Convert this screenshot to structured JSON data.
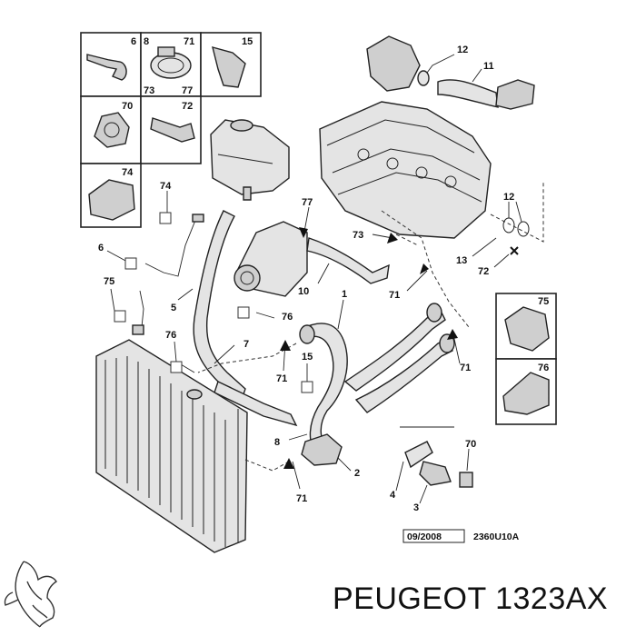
{
  "diagram": {
    "labels": {
      "l6_inset": "6",
      "l8_inset": "8",
      "l71_inset": "71",
      "l15_inset": "15",
      "l73_inset": "73",
      "l77_inset": "77",
      "l70_inset": "70",
      "l72_inset": "72",
      "l74_inset": "74",
      "l12_top": "12",
      "l11": "11",
      "l74": "74",
      "l77": "77",
      "l12_right": "12",
      "l73": "73",
      "l13": "13",
      "l72": "72",
      "l6": "6",
      "l75": "75",
      "l10": "10",
      "l71_mid": "71",
      "l1": "1",
      "l5": "5",
      "l76_a": "76",
      "l76_b": "76",
      "l7": "7",
      "l15": "15",
      "l71_left": "71",
      "l71_right": "71",
      "l8": "8",
      "l70": "70",
      "l2": "2",
      "l4": "4",
      "l3": "3",
      "l71_bottom": "71",
      "l75_inset": "75",
      "l76_inset": "76"
    },
    "reference": {
      "date": "09/2008",
      "code": "2360U10A"
    }
  },
  "footer": {
    "brand": "PEUGEOT",
    "part_number": "1323AX"
  }
}
